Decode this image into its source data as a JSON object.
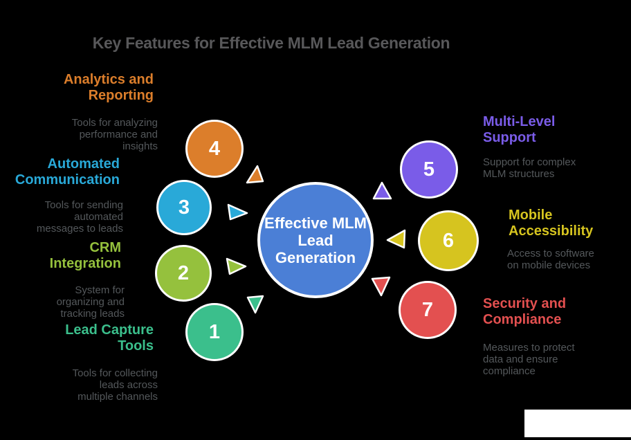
{
  "title": "Key Features for Effective MLM Lead Generation",
  "colors": {
    "background": "#000000",
    "title_text": "#58585A",
    "description_text": "#54585B",
    "center_fill": "#4B7FD6",
    "watermark_box": "#FFFFFF"
  },
  "center": {
    "label": "Effective MLM\nLead\nGeneration"
  },
  "features": [
    {
      "number": "4",
      "label": "Analytics and\nReporting",
      "description": "Tools for analyzing\nperformance and\ninsights",
      "color": "#DC7E2B"
    },
    {
      "number": "3",
      "label": "Automated\nCommunication",
      "description": "Tools for sending\nautomated\nmessages to leads",
      "color": "#29A9D8"
    },
    {
      "number": "2",
      "label": "CRM\nIntegration",
      "description": "System for\norganizing and\ntracking leads",
      "color": "#95C13D"
    },
    {
      "number": "1",
      "label": "Lead Capture\nTools",
      "description": "Tools for collecting\nleads across\nmultiple channels",
      "color": "#3BBF8C"
    },
    {
      "number": "5",
      "label": "Multi-Level\nSupport",
      "description": "Support for complex\nMLM structures",
      "color": "#7A5CE8"
    },
    {
      "number": "6",
      "label": "Mobile\nAccessibility",
      "description": "Access to software\non mobile devices",
      "color": "#D6C41F"
    },
    {
      "number": "7",
      "label": "Security and\nCompliance",
      "description": "Measures to protect\ndata and ensure\ncompliance",
      "color": "#E35050"
    }
  ]
}
